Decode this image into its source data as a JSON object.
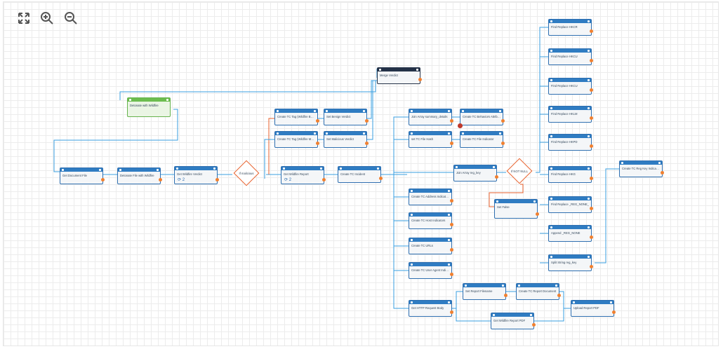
{
  "toolbar": {
    "fit_icon": "expand-icon",
    "zoom_in_icon": "zoom-in-icon",
    "zoom_out_icon": "zoom-out-icon"
  },
  "colors": {
    "node_border": "#2f6fb0",
    "node_header": "#2f7cc2",
    "wire": "#3a9fe0",
    "wire_active": "#e8612c",
    "condition": "#e8612c",
    "success_node": "#6cbd4f",
    "dark_node": "#243248"
  },
  "nodes": {
    "get_document_file": "Get Document File",
    "detonate_file": "Detonate File with Wildfire",
    "get_wildfire_verdict": "Get Wildfire Verdict",
    "wildfire_verdict_loop": "2",
    "detonate_url": "Detonate with Wildfire",
    "if_malicious": "If malicious",
    "tag_benign": "Create TC Tag (Wildfire Benign)",
    "tag_malicious": "Create TC Tag (Wildfire Malici...",
    "set_benign": "Set Benign Verdict",
    "set_malicious": "Set Malicious Verdict",
    "merge_verdict": "Merge Verdict",
    "get_report": "Get Wildfire Report",
    "report_loop": "2",
    "create_incident": "Create TC Incident",
    "join_summary": "Join Array summary_details",
    "behaviors_attr": "Create TC Behaviors Attribute",
    "set_file_hash": "set TC File Hash",
    "file_indicator": "Create TC File Indicator",
    "join_reg_key": "Join Array reg_key",
    "if_not_null": "If NOT NULL",
    "set_false": "Set False",
    "address_ind": "Create TC Address Indicators",
    "host_ind": "Create TC Host Indicators",
    "urls": "Create TC URLs",
    "user_agent_ind": "Create TC User Agent Indicato...",
    "http_body": "Get HTTP Request Body",
    "set_report_filename": "Set Report Filename",
    "report_document": "Create TC Report Document",
    "get_report_pdf": "Get Wildfire Report PDF",
    "upload_pdf": "Upload Report PDF",
    "fr_hkcr": "Find Replace HKCR",
    "fr_hkcu": "Find Replace HKCU",
    "fr_hkcu2": "Find Replace HKCU",
    "fr_hklm": "Find Replace HKLM",
    "fr_hkpd": "Find Replace HKPD",
    "fr_hkg": "Find Replace HKG",
    "fr_reg_none": "Find Replace _REG_NONE_",
    "append_reg_none": "Append _REG_NONE",
    "split_reg_key": "Split String reg_key",
    "reg_key_ind": "Create TC Reg Key Indicators"
  }
}
